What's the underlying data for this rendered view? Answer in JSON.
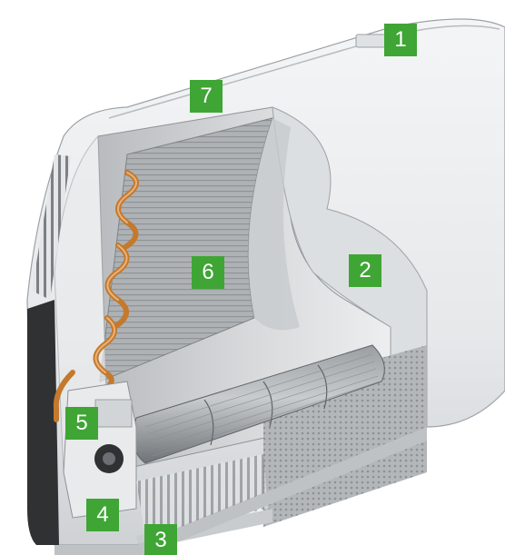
{
  "accent_color": "#3fa535",
  "callouts": [
    {
      "label": "1"
    },
    {
      "label": "7"
    },
    {
      "label": "6"
    },
    {
      "label": "2"
    },
    {
      "label": "5"
    },
    {
      "label": "4"
    },
    {
      "label": "3"
    }
  ]
}
